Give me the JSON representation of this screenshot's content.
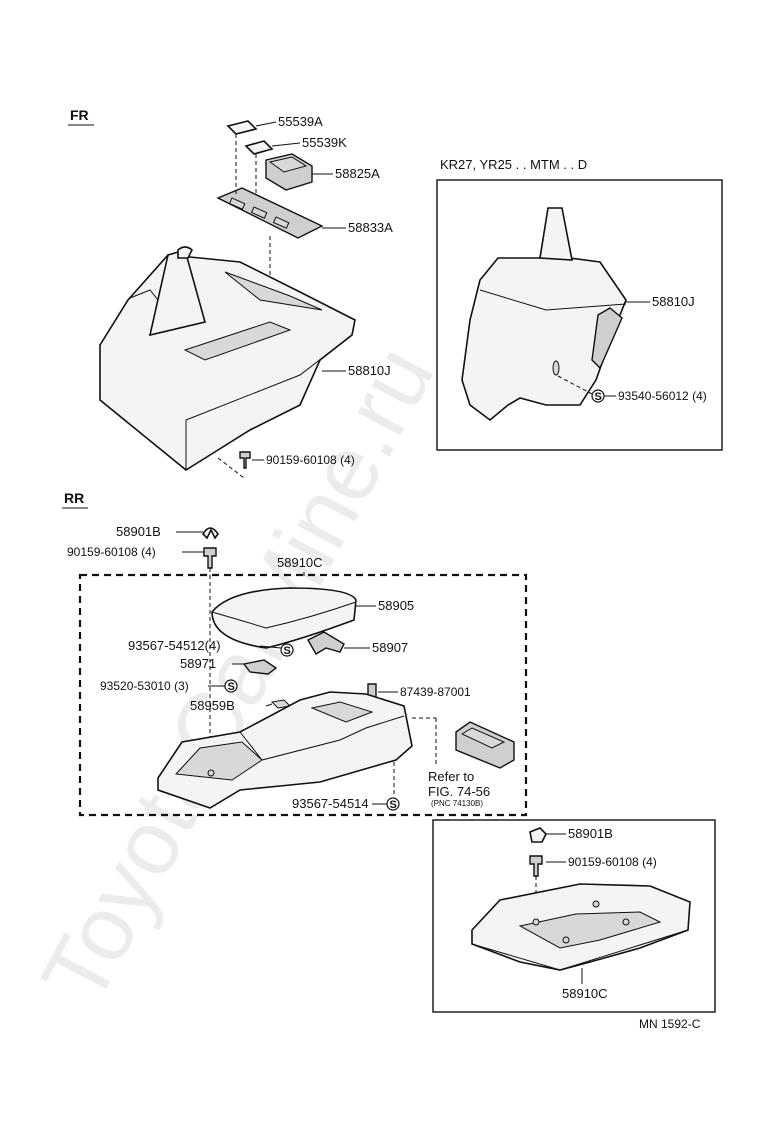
{
  "watermark": "ToyotaCarMine.ru",
  "sections": {
    "front": "FR",
    "rear": "RR",
    "variant": "KR27, YR25 . . MTM . . D"
  },
  "labels": {
    "p55539A": "55539A",
    "p55539K": "55539K",
    "p58825A": "58825A",
    "p58833A": "58833A",
    "p58810J_main": "58810J",
    "p90159_front": "90159-60108 (4)",
    "p58810J_variant": "58810J",
    "p93540": "93540-56012 (4)",
    "p58901B_rear": "58901B",
    "p90159_rear": "90159-60108 (4)",
    "p58910C_top": "58910C",
    "p58905": "58905",
    "p93567_54512": "93567-54512(4)",
    "p58907": "58907",
    "p58971": "58971",
    "p93520": "93520-53010 (3)",
    "p87439": "87439-87001",
    "p58959B": "58959B",
    "refer_line1": "Refer to",
    "refer_line2": "FIG. 74-56",
    "refer_pnc": "(PNC 74130B)",
    "p93567_54514": "93567-54514",
    "p58901B_inset": "58901B",
    "p90159_inset": "90159-60108 (4)",
    "p58910C_inset": "58910C"
  },
  "s_symbol": "S",
  "footer": "MN  1592-C"
}
